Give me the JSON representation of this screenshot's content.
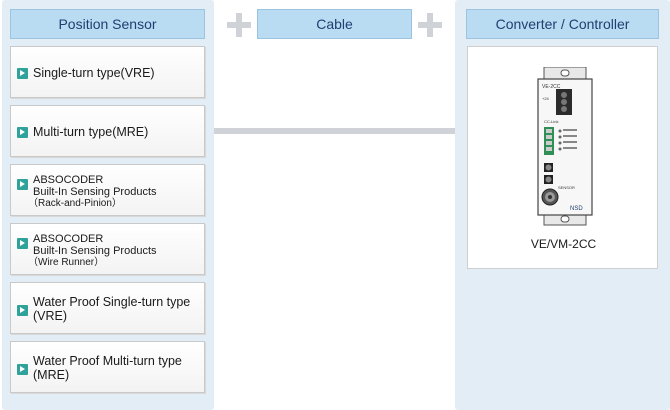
{
  "headers": {
    "position_sensor": "Position Sensor",
    "cable": "Cable",
    "converter": "Converter / Controller"
  },
  "sensors": [
    {
      "line1": "Single-turn type(VRE)"
    },
    {
      "line1": "Multi-turn type(MRE)"
    },
    {
      "line1": "ABSOCODER",
      "line2": "Built-In Sensing Products",
      "line3": "（Rack-and-Pinion）"
    },
    {
      "line1": "ABSOCODER",
      "line2": " Built-In Sensing Products",
      "line3": "（Wire Runner）"
    },
    {
      "line1": "Water Proof Single-turn type",
      "line2": "(VRE)"
    },
    {
      "line1": "Water Proof Multi-turn type",
      "line2": "(MRE)"
    }
  ],
  "product": {
    "name": "VE/VM-2CC",
    "device_labels": {
      "model": "VE-2CC",
      "terminal": "CC-Link",
      "sensor": "SENSOR",
      "brand": "NSD"
    }
  },
  "icons": [
    "plus-icon",
    "arrow-right-icon"
  ],
  "colors": {
    "header_bg": "#b9dcf3",
    "header_text": "#1f3f70",
    "panel_bg": "#e3edf5",
    "arrow": "#2fa29a",
    "connector": "#cfd2d6"
  }
}
